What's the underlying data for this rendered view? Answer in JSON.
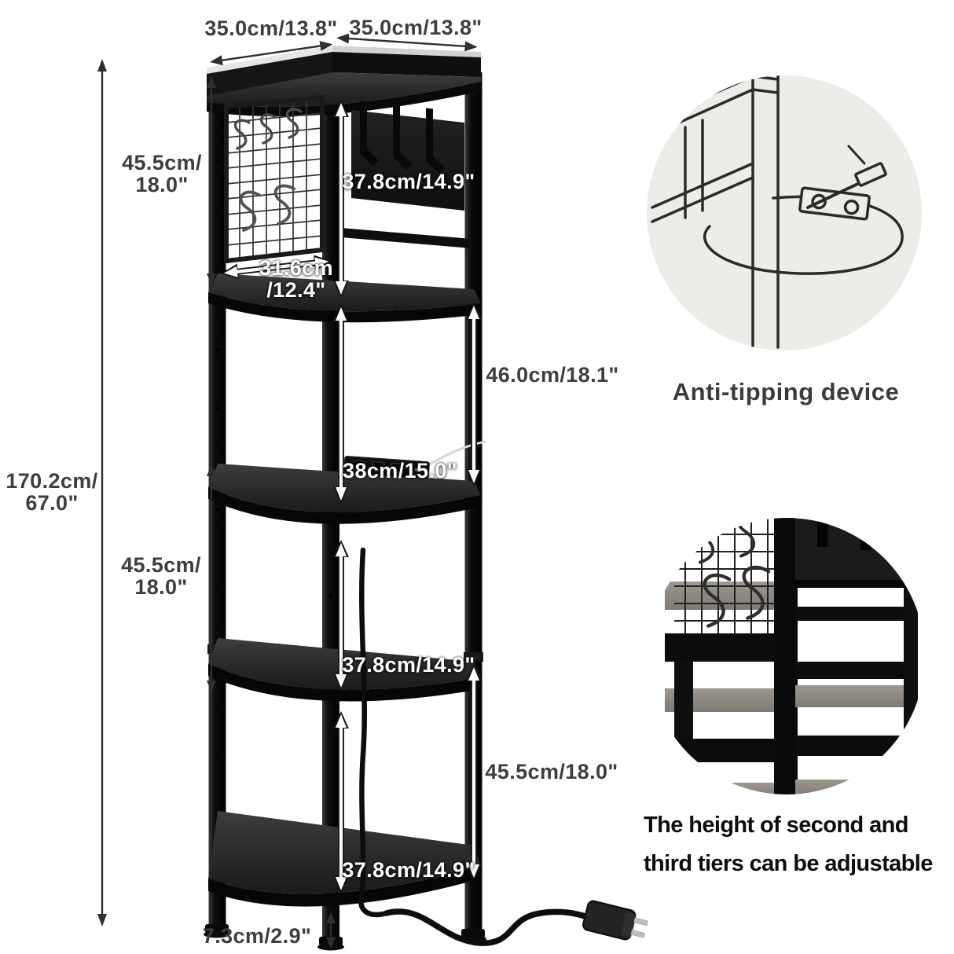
{
  "product": {
    "type": "5-tier corner shelf dimension diagram",
    "colors": {
      "background": "#ffffff",
      "dimension_text_dark": "#3e3e3e",
      "dimension_text_light": "#ffffff",
      "furniture_black": "#0c0c0d",
      "shelf_surface_gray": "#38383b",
      "inset_background": "#edece9",
      "inset_line": "#2b2b2b",
      "board_gray": "#8e8a85",
      "caption_black": "#0d0d0d"
    }
  },
  "dims": {
    "top_left": "35.0cm/13.8\"",
    "top_right": "35.0cm/13.8\"",
    "total_l1": "170.2cm/",
    "total_l2": "67.0\"",
    "tier_top_l1": "45.5cm/",
    "tier_top_l2": "18.0\"",
    "back_panel": "37.8cm/14.9\"",
    "grid_l1": "31.6cm",
    "grid_l2": "/12.4\"",
    "gap2": "46.0cm/18.1\"",
    "gap3": "38cm/15.0\"",
    "tier_mid_l1": "45.5cm/",
    "tier_mid_l2": "18.0\"",
    "gap4": "37.8cm/14.9\"",
    "gap5_right": "45.5cm/18.0\"",
    "gap5": "37.8cm/14.9\"",
    "foot": "7.3cm/2.9\""
  },
  "insets": {
    "anti_tipping_caption": "Anti-tipping device",
    "adjustable_l1": "The height of second and",
    "adjustable_l2": "third tiers can be adjustable"
  }
}
